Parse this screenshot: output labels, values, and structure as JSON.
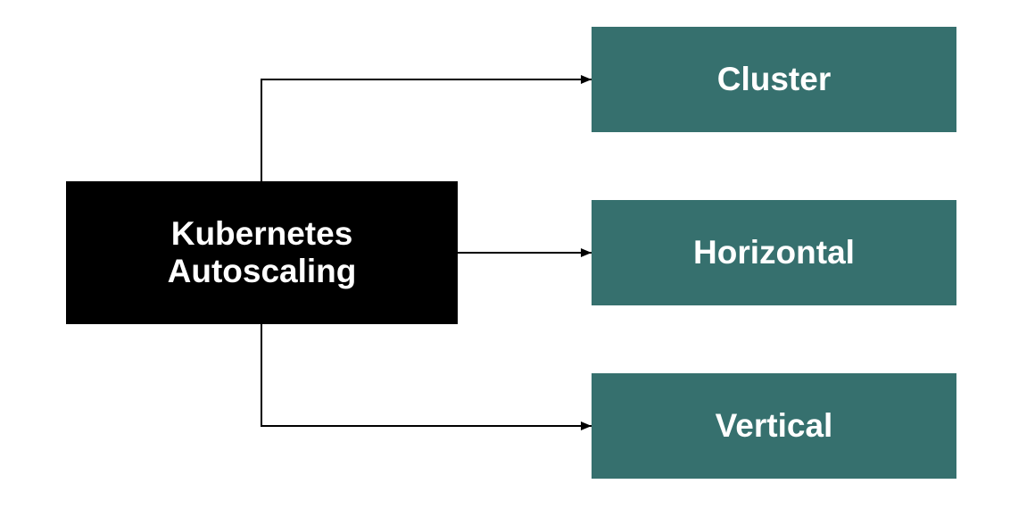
{
  "root": {
    "line1": "Kubernetes",
    "line2": "Autoscaling"
  },
  "children": [
    {
      "label": "Cluster"
    },
    {
      "label": "Horizontal"
    },
    {
      "label": "Vertical"
    }
  ],
  "colors": {
    "root": "#000000",
    "leaf": "#36706e",
    "connector": "#000000"
  }
}
